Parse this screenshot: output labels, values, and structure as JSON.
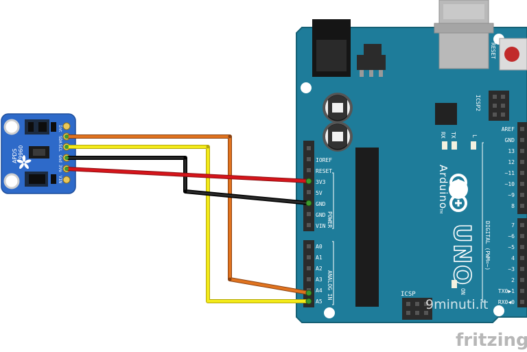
{
  "sensor": {
    "name_line1": "APDS",
    "name_line2": "9960",
    "pins": [
      "Int",
      "SDA",
      "SCL",
      "Gnd",
      "3Vo",
      "VIN"
    ]
  },
  "arduino": {
    "brand": "Arduino",
    "tm": "TM",
    "model": "UNO",
    "reset": "RESET",
    "icsp2": "ICSP2",
    "icsp": "ICSP",
    "tx": "TX",
    "rx": "RX",
    "l": "L",
    "on": "ON",
    "power_header": [
      "IOREF",
      "RESET",
      "3V3",
      "5V",
      "GND",
      "GND",
      "VIN"
    ],
    "power_section": "POWER",
    "analog_header": [
      "A0",
      "A1",
      "A2",
      "A3",
      "A4",
      "A5"
    ],
    "analog_section": "ANALOG IN",
    "digital_top": [
      "AREF",
      "GND",
      "13",
      "12",
      "~11",
      "~10",
      "~9",
      "8"
    ],
    "digital_bottom": [
      "7",
      "~6",
      "~5",
      "4",
      "~3",
      "2",
      "TX0▶1",
      "RX0◀0"
    ],
    "digital_section": "DIGITAL (PWM=~)"
  },
  "watermark": "9minuti.it",
  "footer_logo": "fritzing",
  "colors": {
    "board": "#1e7c9a",
    "board_edge": "#156075",
    "sensor_board": "#2e6ac9",
    "wire_orange": "#e0731f",
    "wire_yellow": "#f3ea1a",
    "wire_black": "#1a1a1a",
    "wire_red": "#d5151b",
    "header_green": "#3e9a2c",
    "fritzing_gray": "#b7b7b7"
  }
}
